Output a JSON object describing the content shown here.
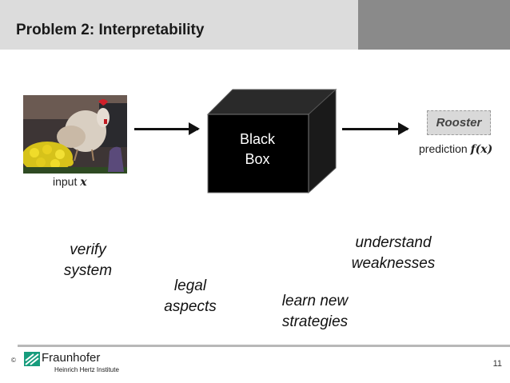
{
  "header": {
    "title": "Problem 2: Interpretability"
  },
  "diagram": {
    "input_label": "input",
    "input_symbol": "x",
    "box_label_line1": "Black",
    "box_label_line2": "Box",
    "prediction_tag": "Rooster",
    "prediction_label": "prediction",
    "prediction_symbol": "f(x)"
  },
  "reasons": {
    "verify_line1": "verify",
    "verify_line2": "system",
    "legal_line1": "legal",
    "legal_line2": "aspects",
    "learn_line1": "learn new",
    "learn_line2": "strategies",
    "understand_line1": "understand",
    "understand_line2": "weaknesses"
  },
  "footer": {
    "copyright": "©",
    "logo_name": "Fraunhofer",
    "logo_sub": "Heinrich Hertz Institute",
    "page_number": "11"
  },
  "colors": {
    "header_light": "#dcdcdc",
    "header_dark": "#8a8a8a",
    "box": "#000000",
    "logo_green": "#179c7d"
  }
}
